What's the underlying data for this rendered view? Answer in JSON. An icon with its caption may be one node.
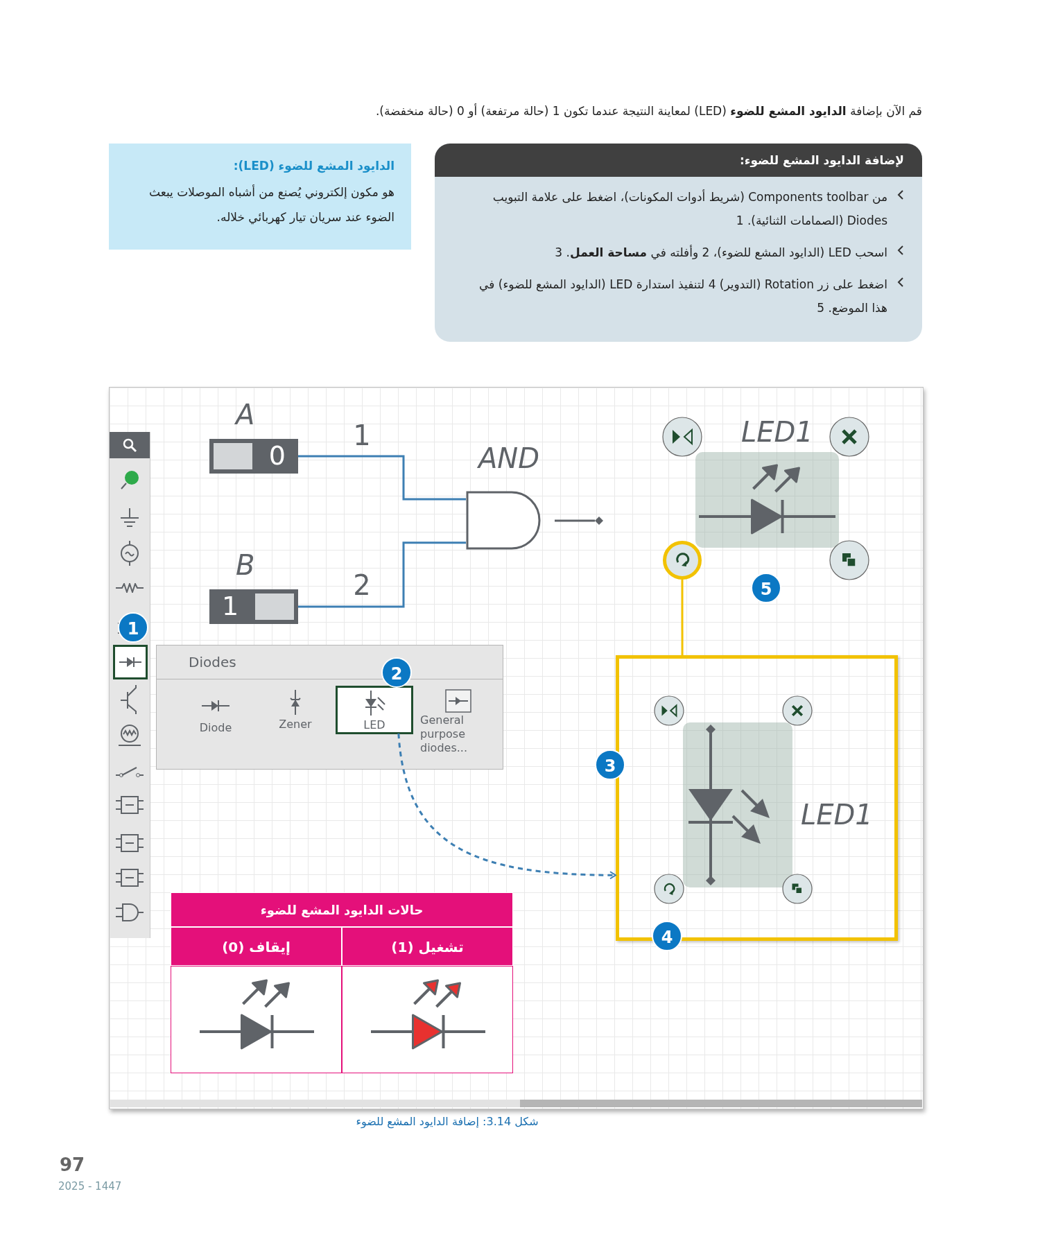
{
  "diagram": {
    "caption": "شكل 3.14: إضافة الدايود المشع للضوء",
    "nodes": [
      {
        "text": [
          "الدايود المشع للضوء (LED):",
          "هو مكون إلكتروني يُصنع من أشباه الموصلات يبعث الضوء عند سريان تيار كهربائي خلاله."
        ]
      },
      {
        "text": [
          "لإضافة الدايود المشع للضوء:",
          "من Components toolbar (شريط أدوات المكونات)، اضغط على علامة التبويب Diodes (الصمامات الثنائية). 1",
          "اسحب LED (الدايود المشع للضوء)، 2 وأفلته في **مساحة العمل**. 3",
          "اضغط على زر Rotation (التدوير) 4 لتنفيذ استدارة LED (الدايود المشع للضوء) في هذا الموضع. 5"
        ]
      },
      {
        "text": [
          "0"
        ],
        "beside": [
          "A"
        ]
      },
      {
        "text": [
          "1"
        ],
        "beside": [
          "B"
        ]
      },
      {
        "text": [
          "AND"
        ]
      },
      {
        "text": [
          "LED1"
        ]
      },
      {
        "text": [],
        "shape": "circle"
      },
      {
        "text": [
          "Diodes"
        ]
      },
      {
        "text": [
          "Diode"
        ],
        "in": 7
      },
      {
        "text": [
          "Zener"
        ],
        "in": 7
      },
      {
        "text": [
          "LED"
        ],
        "in": 7
      },
      {
        "text": [
          "General purpose diodes..."
        ],
        "in": 7
      },
      {
        "text": [],
        "shape": "box"
      },
      {
        "text": [
          "LED1"
        ],
        "in": 12
      }
    ],
    "edges": [
      {
        "from": 2,
        "to": 4,
        "arrow": "none",
        "label": "1"
      },
      {
        "from": 3,
        "to": 4,
        "arrow": "none",
        "label": "2"
      },
      {
        "from": 10,
        "to": 12,
        "arrow": "to",
        "style": "dashed"
      },
      {
        "from": 6,
        "to": 12,
        "arrow": "none",
        "color": "#f2c200"
      }
    ],
    "labels": [
      "قم الآن بإضافة **الدايود المشع للضوء** (LED) لمعاينة النتيجة عندما تكون 1 (حالة مرتفعة) أو 0 (حالة منخفضة).",
      "5",
      "1",
      "2",
      "3",
      "4",
      "حالات الدايود المشع للضوء",
      "تشغيل (1)",
      "إيقاف (0)",
      "97",
      "2025 - 1447"
    ]
  }
}
